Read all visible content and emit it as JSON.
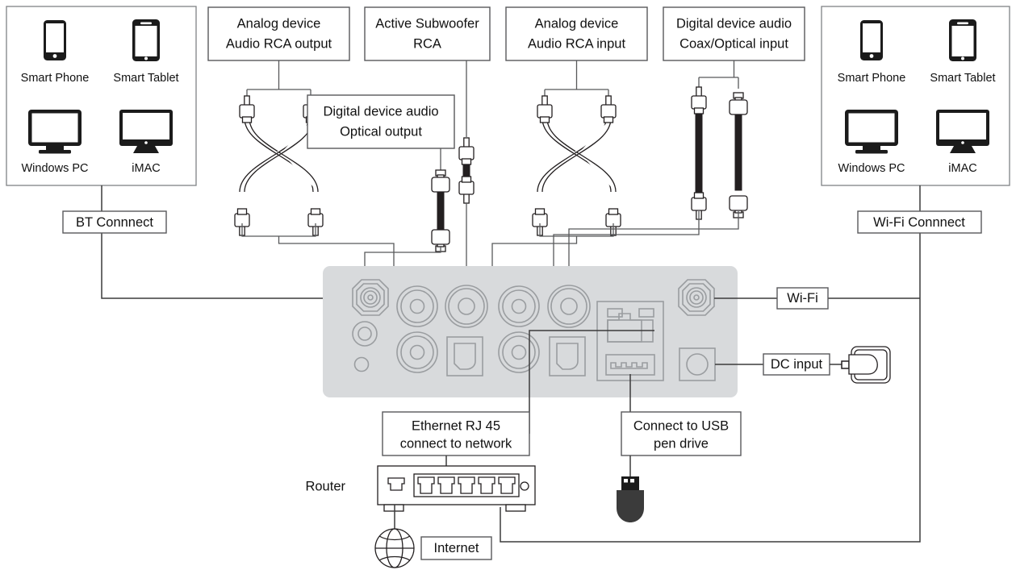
{
  "diagram": {
    "title": "Audio device rear panel connection diagram",
    "colors": {
      "panel_gray": "#d8dadc",
      "line": "#3b3b3b",
      "jack_outline": "#9a9da0",
      "box_outline": "#58595b",
      "device_dark": "#1b1b1b",
      "cable_black": "#231f20"
    }
  },
  "left_device_group": {
    "name": "bt-device-group",
    "devices": [
      {
        "icon": "smart-phone-icon",
        "label": "Smart Phone"
      },
      {
        "icon": "smart-tablet-icon",
        "label": "Smart Tablet"
      },
      {
        "icon": "windows-pc-icon",
        "label": "Windows PC"
      },
      {
        "icon": "imac-icon",
        "label": "iMAC"
      }
    ],
    "connection_label": "BT Connnect"
  },
  "right_device_group": {
    "name": "wifi-device-group",
    "devices": [
      {
        "icon": "smart-phone-icon",
        "label": "Smart Phone"
      },
      {
        "icon": "smart-tablet-icon",
        "label": "Smart Tablet"
      },
      {
        "icon": "windows-pc-icon",
        "label": "Windows PC"
      },
      {
        "icon": "imac-icon",
        "label": "iMAC"
      }
    ],
    "connection_label": "Wi-Fi Connnect"
  },
  "top_labels": {
    "analog_rca_output": {
      "line1": "Analog device",
      "line2": "Audio RCA output"
    },
    "active_subwoofer": {
      "line1": "Active Subwoofer",
      "line2": "RCA"
    },
    "analog_rca_input": {
      "line1": "Analog device",
      "line2": "Audio RCA input"
    },
    "digital_coax_optical_input": {
      "line1": "Digital device audio",
      "line2": "Coax/Optical input"
    },
    "digital_optical_output": {
      "line1": "Digital device audio",
      "line2": "Optical output"
    }
  },
  "right_labels": {
    "wifi": "Wi-Fi",
    "dc_input": "DC input"
  },
  "bottom_labels": {
    "ethernet": {
      "line1": "Ethernet RJ 45",
      "line2": "connect to network"
    },
    "usb": {
      "line1": "Connect to USB",
      "line2": "pen drive"
    },
    "router": "Router",
    "internet": "Internet"
  },
  "panel_ports": [
    {
      "name": "antenna-bt-connector",
      "type": "sma-antenna"
    },
    {
      "name": "small-jack-upper",
      "type": "circle"
    },
    {
      "name": "small-jack-lower",
      "type": "circle"
    },
    {
      "name": "rca-out-left",
      "type": "rca"
    },
    {
      "name": "rca-out-right",
      "type": "rca"
    },
    {
      "name": "subwoofer-rca-out",
      "type": "rca"
    },
    {
      "name": "optical-out",
      "type": "toslink"
    },
    {
      "name": "rca-in-left",
      "type": "rca"
    },
    {
      "name": "rca-in-right",
      "type": "rca"
    },
    {
      "name": "coax-in",
      "type": "rca"
    },
    {
      "name": "optical-in",
      "type": "toslink"
    },
    {
      "name": "ethernet-rj45-port",
      "type": "rj45"
    },
    {
      "name": "usb-host-port",
      "type": "usb-a"
    },
    {
      "name": "antenna-wifi-connector",
      "type": "sma-antenna"
    },
    {
      "name": "dc-input-jack",
      "type": "dc-barrel"
    }
  ],
  "icons": {
    "globe": "globe-icon",
    "usb_pen_drive": "usb-pen-drive-icon",
    "power_adapter": "power-adapter-icon",
    "router": "router-icon"
  }
}
